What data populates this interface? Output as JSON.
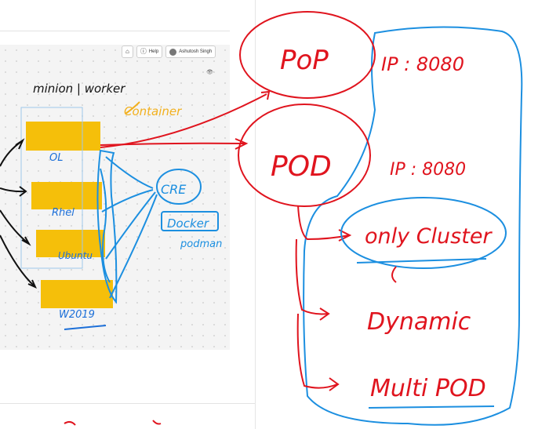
{
  "toolbar": {
    "home_label": "",
    "help_label": "Help",
    "user_name": "Ashutosh Singh"
  },
  "left_notes": {
    "heading": "minion | worker",
    "container": "Container",
    "sticky_labels": [
      "OL",
      "Rhel",
      "Ubuntu",
      "W2019"
    ],
    "cre": "CRE",
    "docker": "Docker",
    "podman": "podman"
  },
  "right_notes": {
    "pod_top": "PoP",
    "ip_top": "IP : 8080",
    "pod_main": "POD",
    "ip_main": "IP : 8080",
    "only_cluster": "only Cluster",
    "dynamic": "Dynamic",
    "multi_pod": "Multi POD"
  },
  "colors": {
    "red_ink": "#e0141e",
    "blue_ink": "#1c8fe0",
    "sticky": "#f5bf0a",
    "orange_ink": "#f2b01e"
  }
}
